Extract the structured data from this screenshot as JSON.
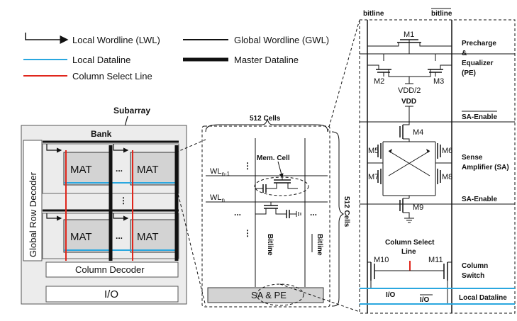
{
  "legend": {
    "lwl": "Local Wordline (LWL)",
    "gwl": "Global Wordline (GWL)",
    "ldl": "Local Dataline",
    "mdl": "Master Dataline",
    "csl": "Column Select Line"
  },
  "colors": {
    "local_dataline": "#2aa7df",
    "column_select": "#e0261c",
    "mat_fill": "#d3d3d3",
    "bank_fill": "#ececec"
  },
  "bank": {
    "subarray_label": "Subarray",
    "bank_label": "Bank",
    "row_decoder": "Global Row Decoder",
    "mat": "MAT",
    "ellipsis": "...",
    "vellipsis": "⋮",
    "column_decoder": "Column Decoder",
    "io": "I/O"
  },
  "mat_detail": {
    "cells_top": "512 Cells",
    "cells_side": "512 Cells",
    "mem_cell": "Mem. Cell",
    "wl_n1": "WL",
    "wl_n1_sub": "n-1",
    "wl_n": "WL",
    "wl_n_sub": "n",
    "bitline": "Bitline",
    "bitline_bar": "Bitline",
    "sa_pe": "SA & PE"
  },
  "circuit": {
    "bitline": "bitline",
    "bitline_bar": "bitline",
    "m1": "M1",
    "m2": "M2",
    "m3": "M3",
    "m4": "M4",
    "m5": "M5",
    "m6": "M6",
    "m7": "M7",
    "m8": "M8",
    "m9": "M9",
    "m10": "M10",
    "m11": "M11",
    "vdd_half": "VDD/2",
    "vdd": "VDD",
    "pe_line1": "Precharge",
    "pe_line2": "&",
    "pe_line3": "Equalizer",
    "pe_line4": "(PE)",
    "sa_enable_bar": "SA-Enable",
    "sa_line1": "Sense",
    "sa_line2": "Amplifier (SA)",
    "sa_enable": "SA-Enable",
    "csl_line1": "Column Select",
    "csl_line2": "Line",
    "cs_line1": "Column",
    "cs_line2": "Switch",
    "io": "I/O",
    "io_bar": "I/O",
    "local_dataline": "Local Dataline"
  }
}
